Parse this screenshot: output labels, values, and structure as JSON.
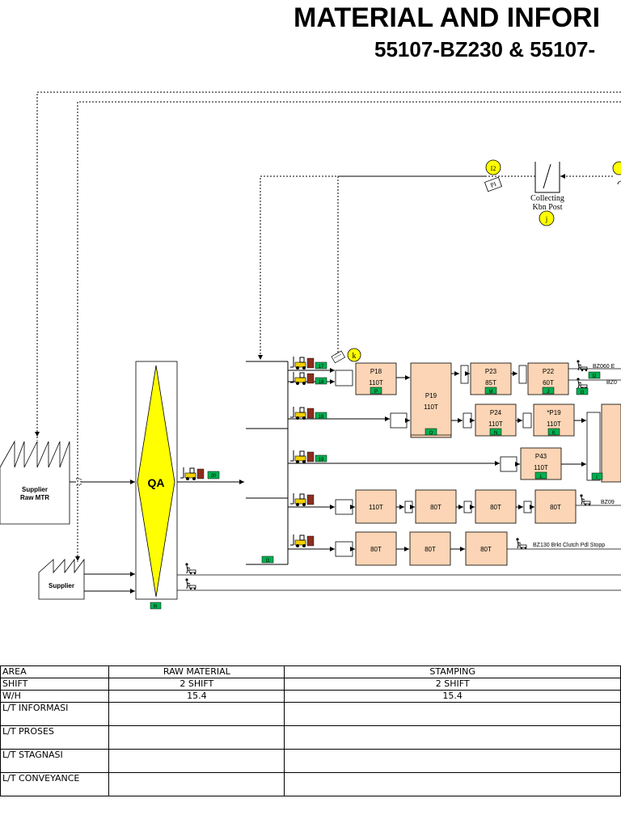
{
  "header": {
    "title": "MATERIAL AND INFORI",
    "subtitle": "55107-BZ230 & 55107-"
  },
  "nodes": {
    "supplier_raw": {
      "line1": "Supplier",
      "line2": "Raw MTR"
    },
    "supplier": {
      "label": "Supplier"
    },
    "qa": {
      "label": "QA"
    },
    "collecting_post": {
      "line1": "Collecting",
      "line2": "Kbn Post"
    }
  },
  "markers": {
    "i2": "I2",
    "j": "j",
    "k": "k",
    "pi": "PI"
  },
  "tags": {
    "q20": "20",
    "o": "O",
    "r": "R",
    "t17": "17",
    "t18a": "18",
    "t18b": "18",
    "t19": "19",
    "p": "P",
    "o2": "O",
    "m": "M",
    "j": "J",
    "n": "N",
    "k": "K",
    "l": "L",
    "i": "I",
    "i2b": "I2",
    "i3": "I3"
  },
  "machines": {
    "p18": {
      "name": "P18",
      "ton": "110T"
    },
    "p19": {
      "name": "P19",
      "ton": "110T"
    },
    "p23": {
      "name": "P23",
      "ton": "85T"
    },
    "p22": {
      "name": "P22",
      "ton": "60T"
    },
    "p24": {
      "name": "P24",
      "ton": "110T"
    },
    "p19b": {
      "name": "*P19",
      "ton": "110T"
    },
    "p43": {
      "name": "P43",
      "ton": "110T"
    },
    "r4_1": "110T",
    "r4_2": "80T",
    "r4_3": "80T",
    "r4_4": "80T",
    "r5_1": "80T",
    "r5_2": "80T",
    "r5_3": "80T"
  },
  "outputs": {
    "row1": "BZ060 E",
    "row2": "BZ0",
    "row4": "BZ09",
    "row5": "BZ130 Brkt Clutch Pdl Stopp"
  },
  "table": {
    "headers": [
      "AREA",
      "RAW MATERIAL",
      "STAMPING"
    ],
    "rows": [
      {
        "label": "SHIFT",
        "raw": "2 SHIFT",
        "stamping": "2 SHIFT"
      },
      {
        "label": "W/H",
        "raw": "15.4",
        "stamping": "15.4"
      },
      {
        "label": "L/T INFORMASI",
        "raw": "",
        "stamping": ""
      },
      {
        "label": "L/T PROSES",
        "raw": "",
        "stamping": ""
      },
      {
        "label": "L/T STAGNASI",
        "raw": "",
        "stamping": ""
      },
      {
        "label": "L/T CONVEYANCE",
        "raw": "",
        "stamping": ""
      }
    ]
  },
  "colors": {
    "machine_fill": "#fbd5b5",
    "tag_green": "#00b050",
    "marker_yellow": "#ffff00",
    "qa_yellow": "#ffff00"
  }
}
